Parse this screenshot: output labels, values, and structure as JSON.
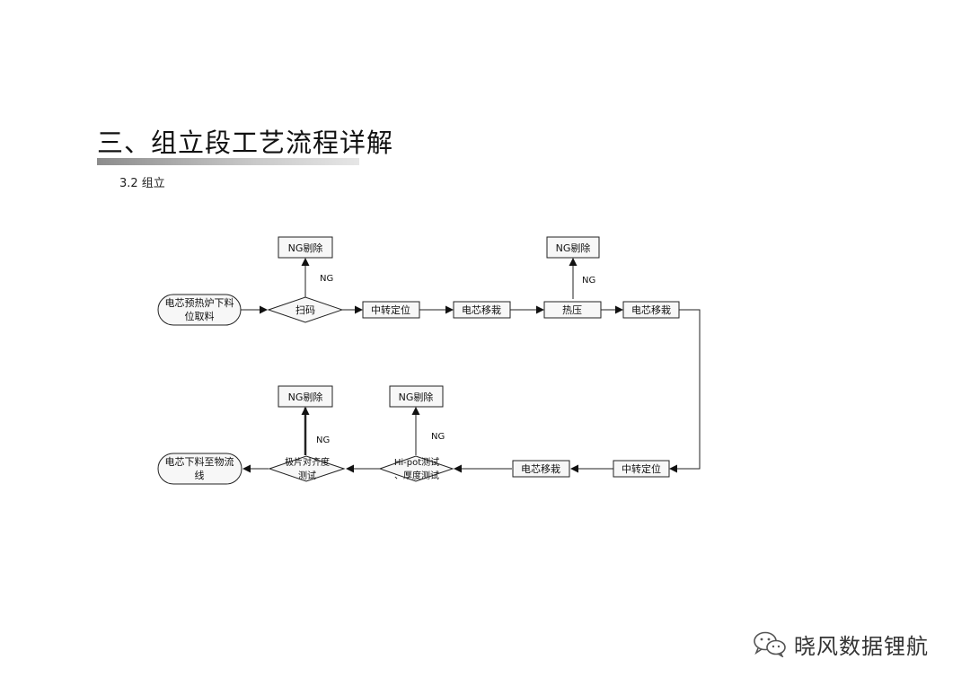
{
  "page": {
    "title": "三、组立段工艺流程详解",
    "subtitle": "3.2 组立"
  },
  "flow": {
    "row1": {
      "start": [
        "电芯预热炉下料",
        "位取料"
      ],
      "scan": "扫码",
      "transfer1": "中转定位",
      "move1": "电芯移栽",
      "hotpress": "热压",
      "move2": "电芯移栽"
    },
    "row2": {
      "transfer2": "中转定位",
      "move3": "电芯移栽",
      "hipot": [
        "Hi-pot测试",
        "、厚度测试"
      ],
      "align": [
        "极片对齐度",
        "测试"
      ],
      "end": [
        "电芯下料至物流",
        "线"
      ]
    },
    "reject": {
      "label": "NG剔除",
      "ng": "NG"
    }
  },
  "watermark": {
    "text": "晓风数据锂航",
    "icon": "wechat-icon"
  }
}
